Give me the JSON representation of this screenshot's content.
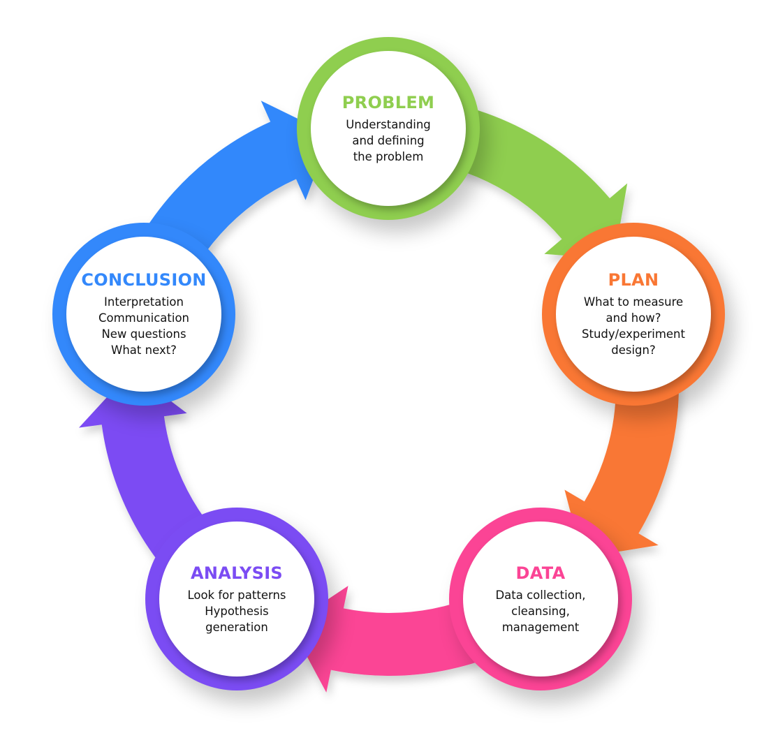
{
  "diagram": {
    "type": "cycle",
    "stages": [
      {
        "title": "PROBLEM",
        "color": "#8fce4f",
        "lines": [
          "Understanding",
          "and defining",
          "the problem"
        ]
      },
      {
        "title": "PLAN",
        "color": "#f97734",
        "lines": [
          "What to measure",
          "and how?",
          "Study/experiment",
          "design?"
        ]
      },
      {
        "title": "DATA",
        "color": "#fb4495",
        "lines": [
          "Data collection,",
          "cleansing,",
          "management"
        ]
      },
      {
        "title": "ANALYSIS",
        "color": "#7b4cf3",
        "lines": [
          "Look for patterns",
          "Hypothesis",
          "generation"
        ]
      },
      {
        "title": "CONCLUSION",
        "color": "#3388fb",
        "lines": [
          "Interpretation",
          "Communication",
          "New questions",
          "What next?"
        ]
      }
    ],
    "flow": [
      "PROBLEM",
      "PLAN",
      "DATA",
      "ANALYSIS",
      "CONCLUSION",
      "PROBLEM"
    ]
  }
}
